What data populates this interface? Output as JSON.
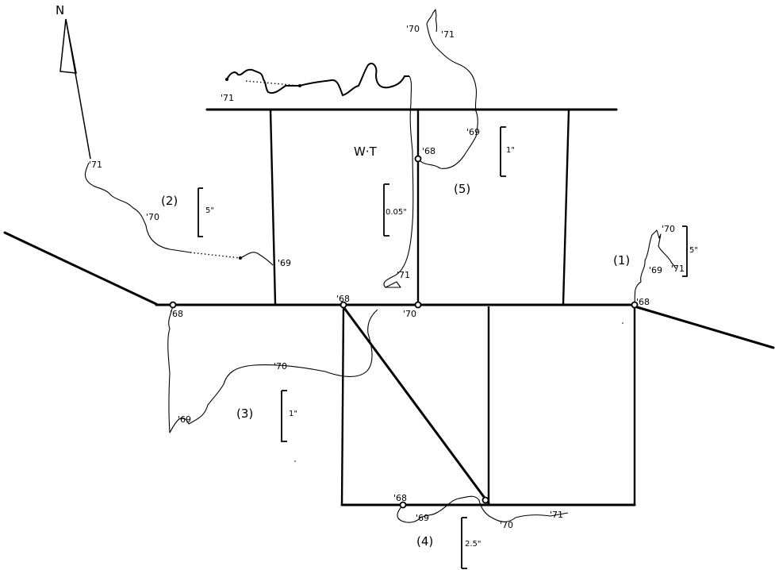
{
  "north": "N",
  "structure_label": "W·T",
  "gauges": [
    {
      "id": "1",
      "label": "(1)",
      "scale": "5\"",
      "years": [
        "'68",
        "'69",
        "'70",
        "'71"
      ]
    },
    {
      "id": "2",
      "label": "(2)",
      "scale": "5\"",
      "years": [
        "'69",
        "'70",
        "'71"
      ]
    },
    {
      "id": "3",
      "label": "(3)",
      "scale": "1\"",
      "years": [
        "'68",
        "'69",
        "'70"
      ]
    },
    {
      "id": "4",
      "label": "(4)",
      "scale": "2.5\"",
      "years": [
        "'68",
        "'69",
        "'70",
        "'71"
      ]
    },
    {
      "id": "5",
      "label": "(5)",
      "scale": "1\"",
      "years": [
        "'68",
        "'69",
        "'70",
        "'71"
      ]
    },
    {
      "id": "wt",
      "scale": "0.05\"",
      "years": [
        "'68",
        "'70",
        "'71"
      ]
    }
  ]
}
